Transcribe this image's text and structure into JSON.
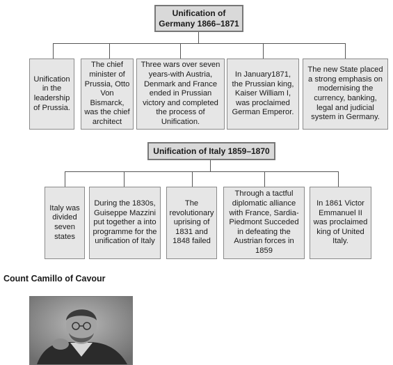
{
  "germany": {
    "title": "Unification of\nGermany 1866–1871",
    "boxes": [
      "Unification in the leadership of Prussia.",
      "The chief minister of Prussia, Otto Von Bismarck, was the chief architect",
      "Three wars over seven years-with Austria, Denmark and France ended in Prussian victory and completed the process of Unification.",
      "In January1871, the Prussian king, Kaiser William I, was proclaimed German Emperor.",
      "The new State placed a strong emphasis on modernising the currency, banking, legal and judicial system in Germany."
    ]
  },
  "italy": {
    "title": "Unification of Italy 1859–1870",
    "boxes": [
      "Italy was divided seven states",
      "During the 1830s, Guiseppe Mazzini put together a into programme for the unification of Italy",
      "The revolutionary uprising of 1831 and 1848 failed",
      "Through a tactful diplomatic alliance with France, Sardia-Piedmont Succeded in defeating the Austrian forces in 1859",
      "In 1861 Victor Emmanuel II was proclaimed king of United Italy."
    ]
  },
  "portrait": {
    "caption": "Count Camillo of Cavour"
  }
}
